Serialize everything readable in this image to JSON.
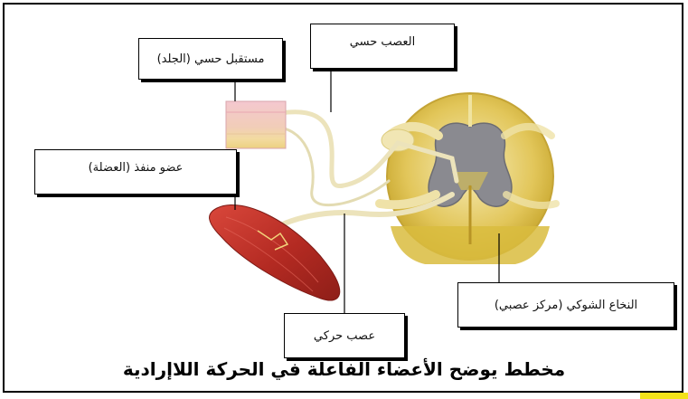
{
  "labels": {
    "receptor": "مستقبل حسي (الجلد)",
    "sensory_nerve": "العصب حسي",
    "effector": "عضو منفذ (العضلة)",
    "spinal_cord": "النخاع الشوكي (مركز عصبي)",
    "motor_nerve": "عصب حركي"
  },
  "caption": "مخطط يوضح الأعضاء الفاعلة في الحركة اللاإرادية",
  "colors": {
    "skin": "#f2c4c8",
    "muscle": "#c8342a",
    "nerve": "#f0e6b0",
    "spinal_outer": "#e8d26a",
    "grey_matter": "#8a8a90"
  }
}
